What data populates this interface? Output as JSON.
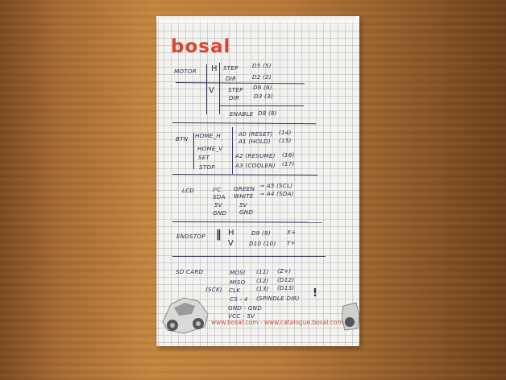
{
  "brand": {
    "logo_text": "bosal"
  },
  "motor": {
    "title": "MOTOR",
    "h_label": "H",
    "v_label": "V",
    "h_step": "STEP",
    "h_step_pin": "D5 (5)",
    "h_dir": "DIR",
    "h_dir_pin": "D2 (2)",
    "v_step": "STEP",
    "v_step_pin": "D6 (6)",
    "v_dir": "DIR",
    "v_dir_pin": "D3 (3)",
    "enable": "ENABLE",
    "enable_pin": "D8 (8)"
  },
  "buttons": {
    "title": "BTN",
    "home_h": "HOME_H",
    "home_h_pin": "A0 (RESET)",
    "home_h_num": "(14)",
    "home_v": "HOME_V",
    "home_v_pin": "A1 (HOLD)",
    "home_v_num": "(15)",
    "set": "SET",
    "set_pin": "A2 (RESUME)",
    "set_num": "(16)",
    "stop": "STOP",
    "stop_pin": "A3 (COOLEN)",
    "stop_num": "(17)"
  },
  "lcd": {
    "title": "LCD",
    "row1_a": "I²C",
    "row1_b": "GREEN",
    "row1_c": "⇒ A5 (SCL)",
    "row2_a": "SDA",
    "row2_b": "WHITE",
    "row2_c": "⇒ A4 (SDA)",
    "row3_a": "5V",
    "row3_b": "5V",
    "row4_a": "GND",
    "row4_b": "GND"
  },
  "endstop": {
    "title": "ENDSTOP",
    "mark": "‖",
    "h_label": "H",
    "h_pin": "D9 (9)",
    "h_axis": "X+",
    "v_label": "V",
    "v_pin": "D10 (10)",
    "v_axis": "Y+"
  },
  "sdcard": {
    "title": "SD CARD",
    "mosi": "MOSI",
    "mosi_pin": "(11)",
    "mosi_axis": "(Z+)",
    "miso": "MISO",
    "miso_pin": "(12)",
    "miso_axis": "(D12)",
    "sck_label": "(SCK)",
    "clk": "CLK",
    "clk_pin": "(13)",
    "clk_axis": "(D13)",
    "cs": "CS - 4",
    "cs_note": "(SPINDLE DIR)",
    "cs_mark": "!",
    "gnd": "GND - GND",
    "vcc": "VCC - 5V"
  },
  "footer": {
    "text": "www.bosal.com - www.catalogue.bosal.com"
  }
}
